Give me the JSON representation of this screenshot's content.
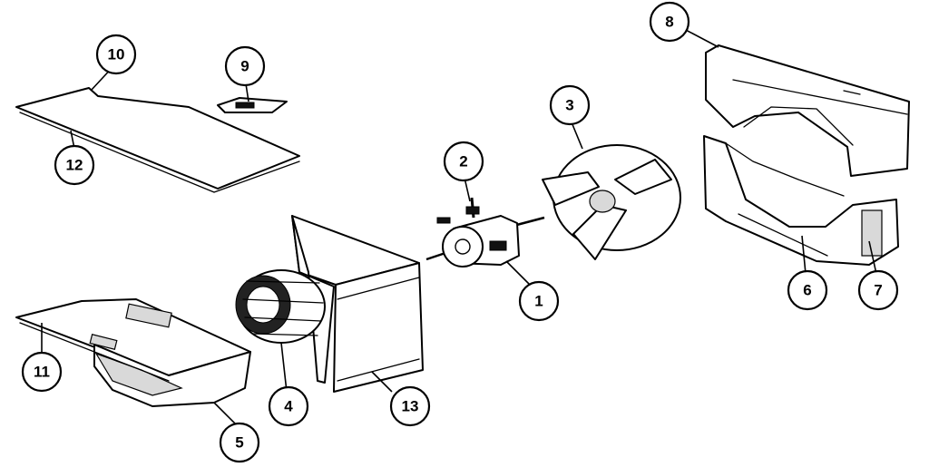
{
  "callouts": [
    {
      "number": "10"
    },
    {
      "number": "9"
    },
    {
      "number": "12"
    },
    {
      "number": "2"
    },
    {
      "number": "3"
    },
    {
      "number": "8"
    },
    {
      "number": "1"
    },
    {
      "number": "4"
    },
    {
      "number": "13"
    },
    {
      "number": "11"
    },
    {
      "number": "5"
    },
    {
      "number": "6"
    },
    {
      "number": "7"
    }
  ]
}
